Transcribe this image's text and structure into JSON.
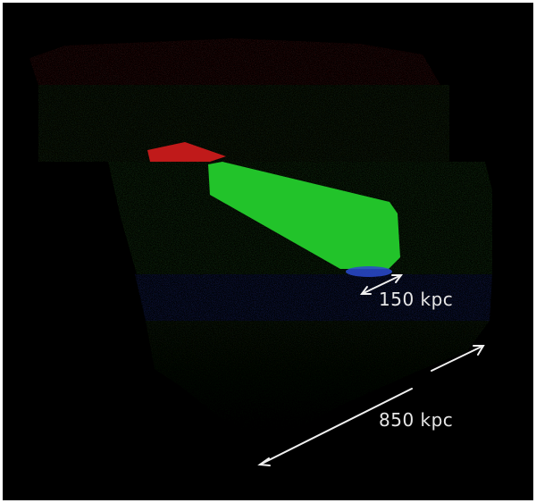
{
  "image": {
    "background": "#000000",
    "border_color": "#ffffff"
  },
  "regions": [
    {
      "name": "upper-red-slab",
      "color": "#4a1414"
    },
    {
      "name": "upper-green-slab",
      "color": "#1e3a16"
    },
    {
      "name": "lower-green-volume",
      "color": "#1c4a18"
    },
    {
      "name": "bright-green-filament",
      "color": "#22c32a"
    },
    {
      "name": "red-filament-tip",
      "color": "#c01a1a"
    },
    {
      "name": "blue-band",
      "color": "#1a2a7a"
    },
    {
      "name": "faint-cone-tail",
      "color": "#1b2e18"
    }
  ],
  "annotations": {
    "scale_150": {
      "text": "150 kpc"
    },
    "scale_850": {
      "text": "850 kpc"
    },
    "arrow_color": "#f0f0f0"
  }
}
